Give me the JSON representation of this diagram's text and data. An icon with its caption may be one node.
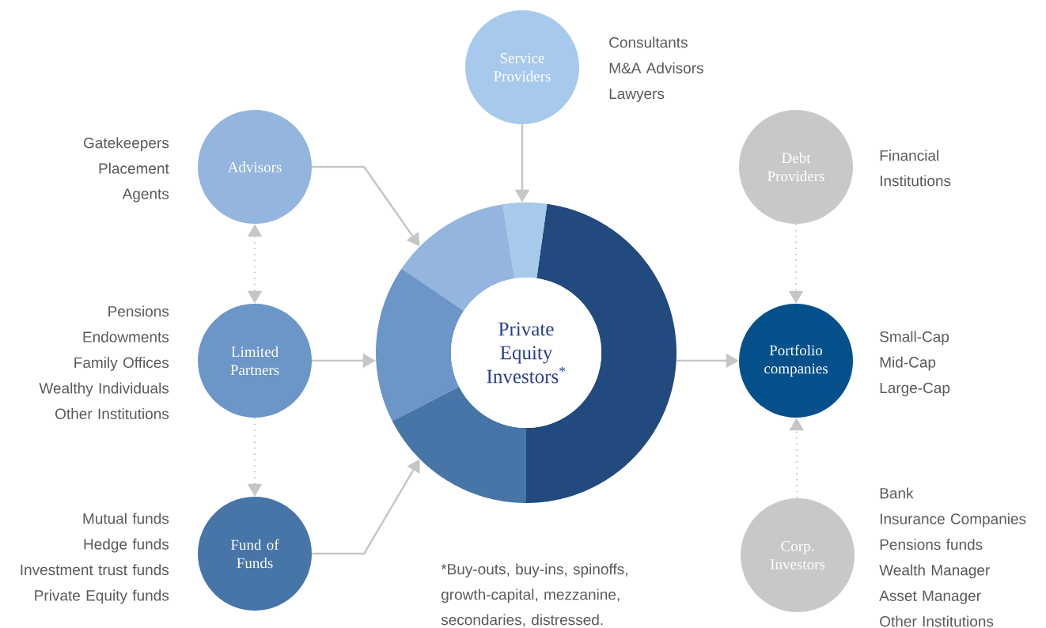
{
  "diagram": {
    "nodes": [
      {
        "text": [
          "Service Providers"
        ],
        "beside": [
          "Consultants",
          "M&A Advisors",
          "Lawyers"
        ]
      },
      {
        "text": [
          "Advisors"
        ],
        "beside": [
          "Gatekeepers",
          "Placement Agents"
        ]
      },
      {
        "text": [
          "Debt Providers"
        ],
        "beside": [
          "Financial Institutions"
        ]
      },
      {
        "text": [
          "Limited Partners"
        ],
        "beside": [
          "Pensions",
          "Endowments",
          "Family Offices",
          "Wealthy Individuals",
          "Other Institutions"
        ]
      },
      {
        "text": [
          "Private Equity Investors$^{*}$"
        ]
      },
      {
        "text": [
          "Portfolio companies"
        ],
        "beside": [
          "Small-Cap",
          "Mid-Cap",
          "Large-Cap"
        ]
      },
      {
        "text": [
          "Fund of Funds"
        ],
        "beside": [
          "Mutual funds",
          "Hedge funds",
          "Investment trust funds",
          "Private Equity funds"
        ]
      },
      {
        "text": [
          "Corp. Investors"
        ],
        "beside": [
          "Bank",
          "Insurance Companies",
          "Pensions funds",
          "Wealth Manager",
          "Asset Manager",
          "Other Institutions"
        ]
      }
    ],
    "edges": [
      {
        "from": 0,
        "to": 4,
        "arrow": "to"
      },
      {
        "from": 1,
        "to": 4,
        "arrow": "to"
      },
      {
        "from": 3,
        "to": 4,
        "arrow": "to"
      },
      {
        "from": 6,
        "to": 4,
        "arrow": "to"
      },
      {
        "from": 4,
        "to": 5,
        "arrow": "to"
      },
      {
        "from": 1,
        "to": 3,
        "arrow": "both",
        "style": "dashed"
      },
      {
        "from": 3,
        "to": 6,
        "arrow": "to",
        "style": "dashed"
      },
      {
        "from": 2,
        "to": 5,
        "arrow": "to",
        "style": "dashed"
      },
      {
        "from": 7,
        "to": 5,
        "arrow": "to",
        "style": "dashed"
      }
    ],
    "labels": [
      "*Buy-outs, buy-ins, spinoffs, growth-capital, mezzanine, secondaries, distressed."
    ]
  }
}
